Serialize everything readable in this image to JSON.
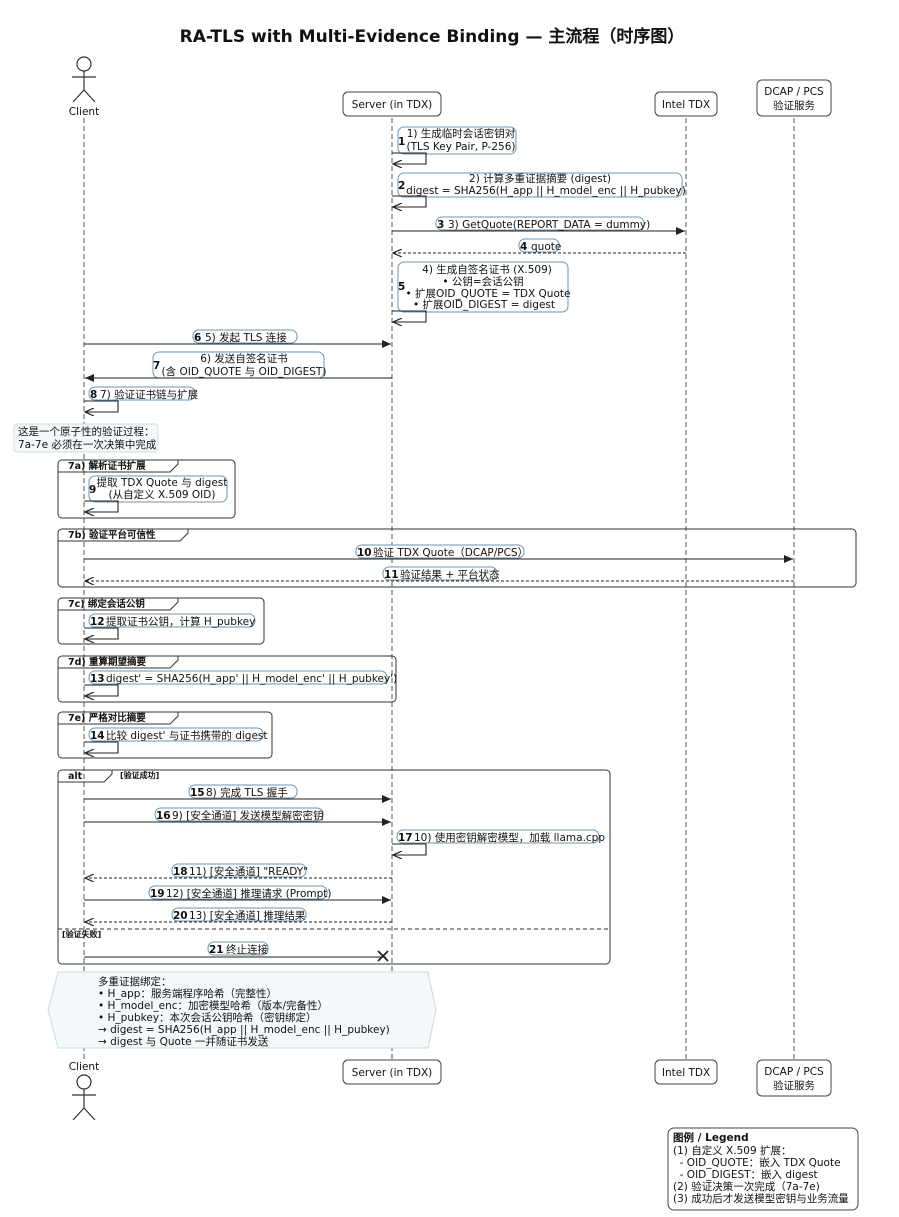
{
  "title": "RA-TLS with Multi-Evidence Binding — 主流程（时序图）",
  "participants": {
    "client": "Client",
    "server": "Server (in TDX)",
    "intel": "Intel TDX",
    "dcap_line1": "DCAP / PCS",
    "dcap_line2": "验证服务"
  },
  "messages": {
    "m1": [
      "1) 生成临时会话密钥对",
      "(TLS Key Pair, P-256)"
    ],
    "m2": [
      "2) 计算多重证据摘要 (digest)",
      "digest = SHA256(H_app || H_model_enc || H_pubkey)"
    ],
    "m3": "3) GetQuote(REPORT_DATA = dummy)",
    "m4": "quote",
    "m5": [
      "4) 生成自签名证书 (X.509)",
      "• 公钥=会话公钥",
      "• 扩展OID_QUOTE = TDX Quote",
      "• 扩展OID_DIGEST = digest"
    ],
    "m6": "5) 发起 TLS 连接",
    "m7": [
      "6) 发送自签名证书",
      "(含 OID_QUOTE 与 OID_DIGEST)"
    ],
    "m8": "7) 验证证书链与扩展",
    "m9": [
      "提取 TDX Quote 与 digest",
      "(从自定义 X.509 OID)"
    ],
    "m10": "验证 TDX Quote（DCAP/PCS）",
    "m11": "验证结果 + 平台状态",
    "m12": "提取证书公钥，计算 H_pubkey",
    "m13": "digest' = SHA256(H_app' || H_model_enc' || H_pubkey')",
    "m14": "比较 digest' 与证书携带的 digest",
    "m15": "8) 完成 TLS 握手",
    "m16": "9) [安全通道] 发送模型解密密钥",
    "m17": "10) 使用密钥解密模型，加载 llama.cpp",
    "m18": "11) [安全通道] \"READY\"",
    "m19": "12) [安全通道] 推理请求 (Prompt)",
    "m20": "13) [安全通道] 推理结果",
    "m21": "终止连接"
  },
  "atomic_note": [
    "这是一个原子性的验证过程：",
    "7a-7e 必须在一次决策中完成"
  ],
  "frames": {
    "f7a": "7a) 解析证书扩展",
    "f7b": "7b) 验证平台可信性",
    "f7c": "7c) 绑定会话公钥",
    "f7d": "7d) 重算期望摘要",
    "f7e": "7e) 严格对比摘要",
    "alt": "alt",
    "alt_success": "[验证成功]",
    "alt_fail": "[验证失败]"
  },
  "binding_note": [
    "多重证据绑定：",
    "• H_app：服务端程序哈希（完整性）",
    "• H_model_enc：加密模型哈希（版本/完备性）",
    "• H_pubkey：本次会话公钥哈希（密钥绑定）",
    "→ digest = SHA256(H_app || H_model_enc || H_pubkey)",
    "→ digest 与 Quote 一并随证书发送"
  ],
  "legend": {
    "title": "图例 / Legend",
    "lines": [
      "(1) 自定义 X.509 扩展：",
      "  - OID_QUOTE：嵌入 TDX Quote",
      "  - OID_DIGEST：嵌入 digest",
      "(2) 验证决策一次完成（7a-7e)",
      "(3) 成功后才发送模型密钥与业务流量"
    ]
  },
  "numbers": [
    "1",
    "2",
    "3",
    "4",
    "5",
    "6",
    "7",
    "8",
    "9",
    "10",
    "11",
    "12",
    "13",
    "14",
    "15",
    "16",
    "17",
    "18",
    "19",
    "20",
    "21"
  ],
  "colors": {
    "line": "#222222",
    "border": "#6a95b8",
    "note_bg": "#f4f8fb"
  }
}
